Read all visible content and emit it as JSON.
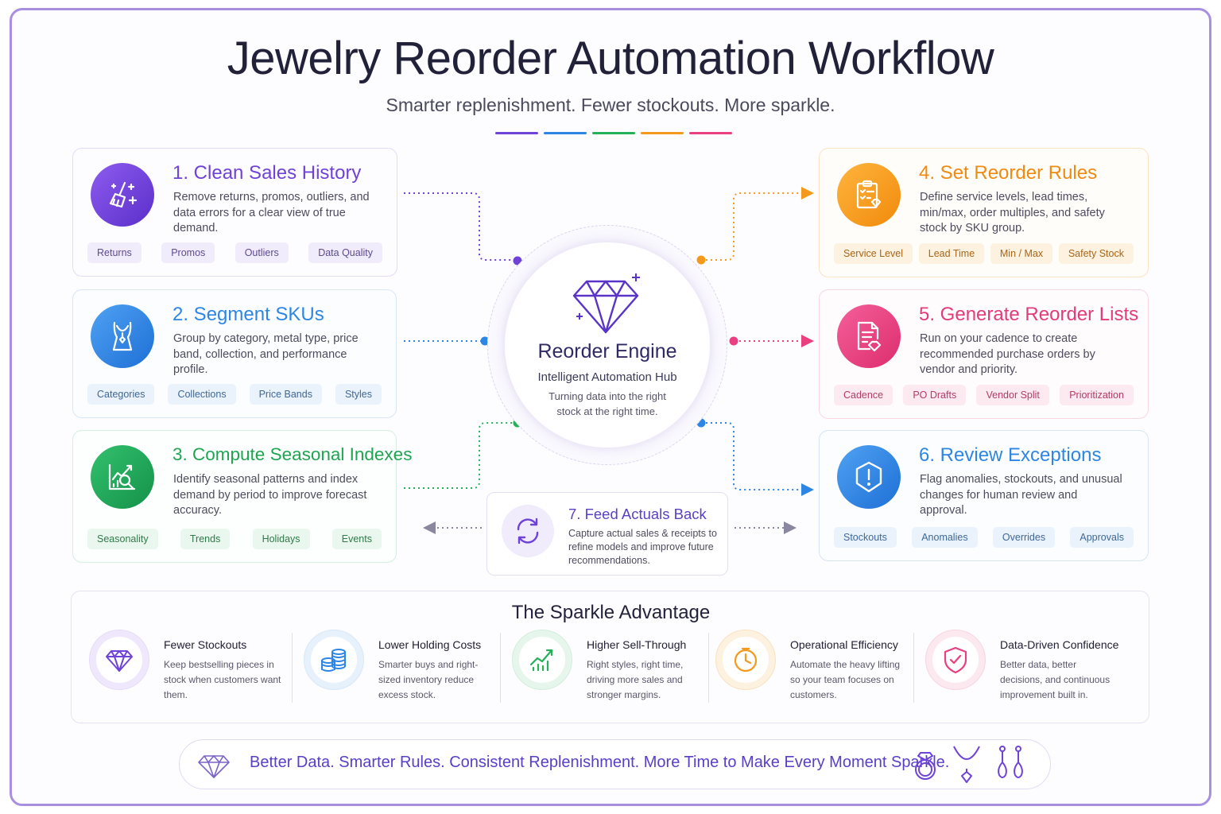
{
  "title": "Jewelry Reorder Automation Workflow",
  "subtitle": "Smarter replenishment. Fewer stockouts. More sparkle.",
  "accent_colors": [
    "#6f42d8",
    "#2d86e4",
    "#25b05a",
    "#f39a1c",
    "#ea3f80"
  ],
  "steps": [
    {
      "title": "1. Clean Sales History",
      "desc": "Remove returns, promos, outliers, and data errors for a clear view of true demand.",
      "tags": [
        "Returns",
        "Promos",
        "Outliers",
        "Data Quality"
      ],
      "color": "#6f42d8",
      "icon": "broom-sparkle-icon"
    },
    {
      "title": "2. Segment SKUs",
      "desc": "Group by category, metal type, price band, collection, and performance profile.",
      "tags": [
        "Categories",
        "Collections",
        "Price Bands",
        "Styles"
      ],
      "color": "#2d86e4",
      "icon": "necklace-icon"
    },
    {
      "title": "3. Compute Seasonal Indexes",
      "desc": "Identify seasonal patterns and index demand by period to improve forecast accuracy.",
      "tags": [
        "Seasonality",
        "Trends",
        "Holidays",
        "Events"
      ],
      "color": "#25b05a",
      "icon": "chart-magnifier-icon"
    },
    {
      "title": "4. Set Reorder Rules",
      "desc": "Define service levels, lead times, min/max, order multiples, and safety stock by SKU group.",
      "tags": [
        "Service Level",
        "Lead Time",
        "Min / Max",
        "Safety Stock"
      ],
      "color": "#f39a1c",
      "icon": "clipboard-diamond-icon"
    },
    {
      "title": "5. Generate Reorder Lists",
      "desc": "Run on your cadence to create recommended purchase orders by vendor and priority.",
      "tags": [
        "Cadence",
        "PO Drafts",
        "Vendor Split",
        "Prioritization"
      ],
      "color": "#ea3f80",
      "icon": "document-diamond-icon"
    },
    {
      "title": "6. Review Exceptions",
      "desc": "Flag anomalies, stockouts, and unusual changes for human review and approval.",
      "tags": [
        "Stockouts",
        "Anomalies",
        "Overrides",
        "Approvals"
      ],
      "color": "#2d86e4",
      "icon": "alert-shield-icon"
    }
  ],
  "hub": {
    "title": "Reorder Engine",
    "subtitle": "Intelligent Automation Hub",
    "desc": "Turning data into the right stock at the right time.",
    "icon": "diamond-icon"
  },
  "feedback": {
    "title": "7.  Feed Actuals Back",
    "desc": "Capture actual sales & receipts to refine models and improve future recommendations.",
    "icon": "refresh-cycle-icon"
  },
  "advantage": {
    "title": "The Sparkle Advantage",
    "items": [
      {
        "title": "Fewer Stockouts",
        "desc": "Keep bestselling pieces in stock when customers want them.",
        "color": "#6f42d8",
        "icon": "diamond-icon"
      },
      {
        "title": "Lower Holding Costs",
        "desc": "Smarter buys and right-sized inventory reduce excess stock.",
        "color": "#2d86e4",
        "icon": "coin-stack-icon"
      },
      {
        "title": "Higher Sell-Through",
        "desc": "Right styles, right time, driving more sales and stronger margins.",
        "color": "#25b05a",
        "icon": "growth-chart-icon"
      },
      {
        "title": "Operational Efficiency",
        "desc": "Automate the heavy lifting so your team focuses on customers.",
        "color": "#f39a1c",
        "icon": "clock-icon"
      },
      {
        "title": "Data-Driven Confidence",
        "desc": "Better data, better decisions, and continuous improvement built in.",
        "color": "#ea3f80",
        "icon": "shield-check-icon"
      }
    ]
  },
  "banner": {
    "text": "Better Data. Smarter Rules. Consistent Replenishment. More Time to Make Every Moment Sparkle."
  }
}
